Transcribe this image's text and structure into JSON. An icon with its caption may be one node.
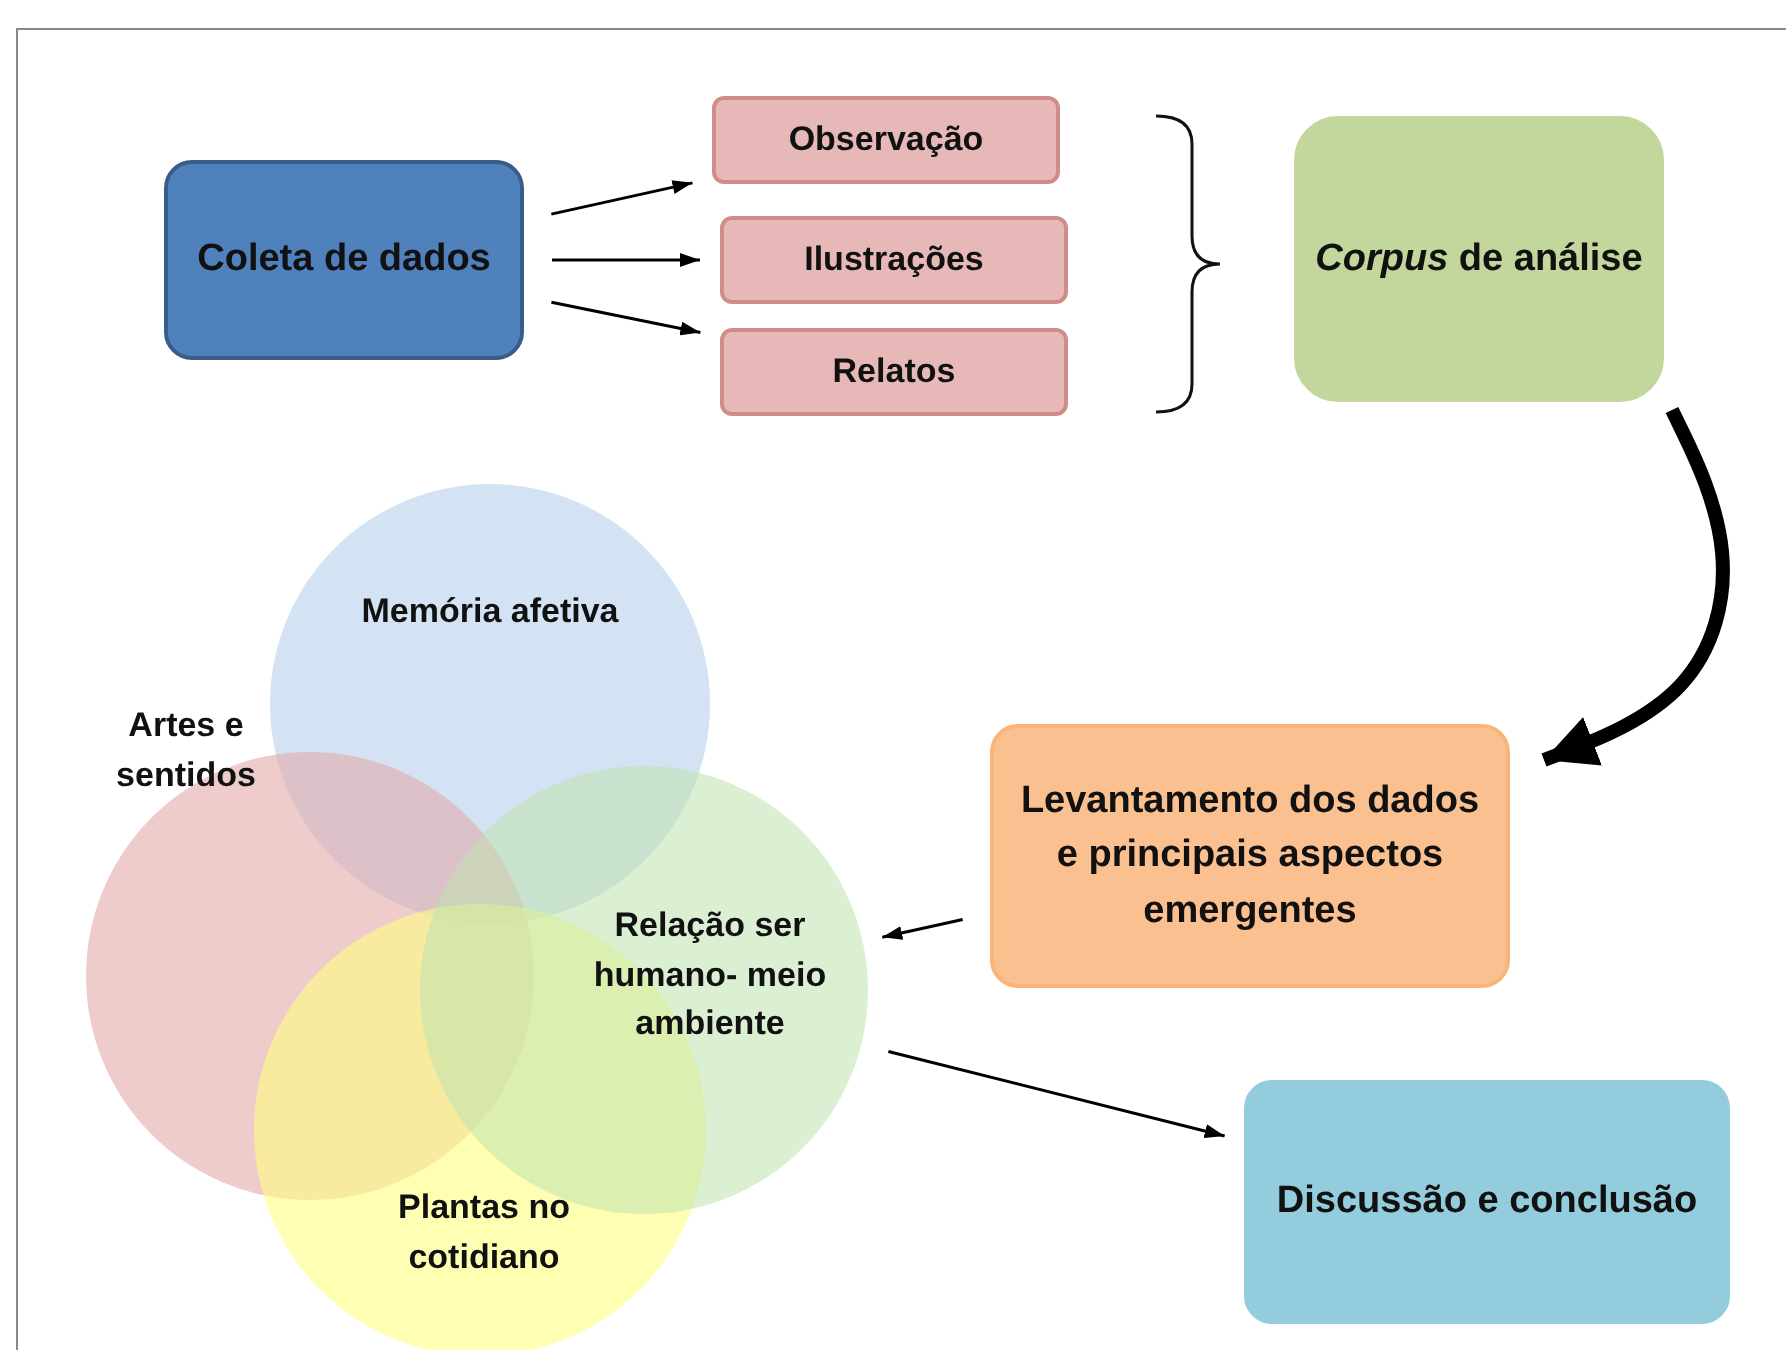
{
  "diagram": {
    "nodes": [
      {
        "text": [
          "Coleta de dados"
        ]
      },
      {
        "text": [
          "Observação"
        ]
      },
      {
        "text": [
          "Ilustrações"
        ]
      },
      {
        "text": [
          "Relatos"
        ]
      },
      {
        "text": [
          "*Corpus* de análise"
        ]
      },
      {
        "text": [
          "Levantamento dos dados e principais aspectos emergentes"
        ]
      },
      {
        "text": [
          "Memória afetiva"
        ]
      },
      {
        "text": [
          "Artes e sentidos"
        ]
      },
      {
        "text": [
          "Plantas no cotidiano"
        ]
      },
      {
        "text": [
          "Relação ser humano- meio ambiente"
        ]
      },
      {
        "text": [
          "Discussão e conclusão"
        ]
      }
    ],
    "edges": [
      {
        "from": 0,
        "to": 1,
        "arrow": "to"
      },
      {
        "from": 0,
        "to": 2,
        "arrow": "to"
      },
      {
        "from": 0,
        "to": 3,
        "arrow": "to"
      },
      {
        "from": 4,
        "to": 5,
        "arrow": "to",
        "style": "thick"
      },
      {
        "from": 5,
        "to": 9,
        "arrow": "to"
      },
      {
        "from": 9,
        "to": 10,
        "arrow": "to"
      }
    ]
  }
}
